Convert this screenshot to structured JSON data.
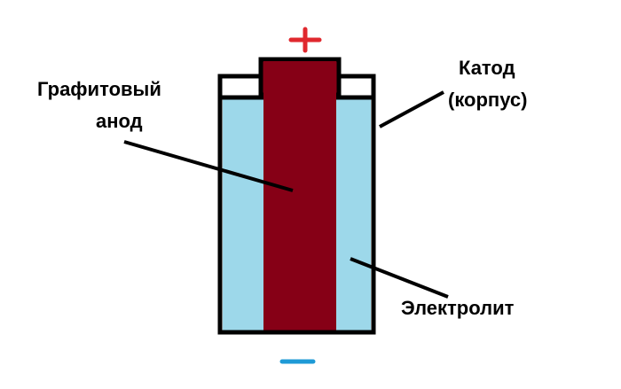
{
  "labels": {
    "anode_line1": "Графитовый",
    "anode_line2": "анод",
    "cathode_line1": "Катод",
    "cathode_line2": "(корпус)",
    "electrolyte": "Электролит",
    "plus": "+",
    "minus": "−"
  },
  "colors": {
    "anode": "#860016",
    "electrolyte": "#9dd8ea",
    "casing": "#000000",
    "plus": "#e0282e",
    "minus": "#1e9ad6"
  }
}
